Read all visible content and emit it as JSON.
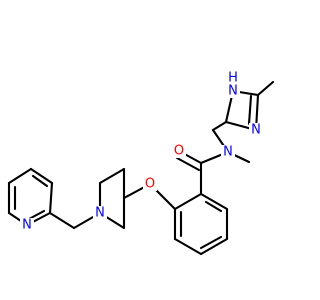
{
  "colors": {
    "bond": "#000000",
    "oxygen": "#ff0000",
    "nitrogen": "#0000ff",
    "background": "#ffffff"
  },
  "atoms": {
    "imidazole_nh": "N",
    "imidazole_nh_h": "H",
    "imidazole_n": "N",
    "amide_n": "N",
    "carbonyl_o": "O",
    "ether_o": "O",
    "piperidine_n": "N",
    "pyridine_n": "N"
  }
}
